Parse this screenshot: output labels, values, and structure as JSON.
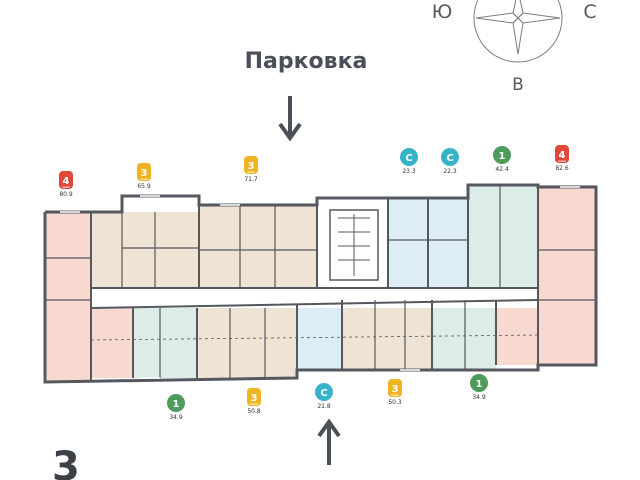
{
  "compass": {
    "south": "Ю",
    "north": "С",
    "east": "В"
  },
  "parking_label": "Парковка",
  "section_number": "3",
  "colors": {
    "four_room": "#e0483a",
    "three_room": "#f0b323",
    "studio": "#37b3c9",
    "one_room": "#4e9b5c",
    "four_room_fill": "#f7d9cf",
    "three_room_fill": "#efe3d3",
    "studio_fill": "#dcedf5",
    "one_room_fill": "#dcece6",
    "wall": "#55585f"
  },
  "top_apartments": [
    {
      "rooms": "4",
      "kind": "four",
      "unit": "комн",
      "area": "80.9"
    },
    {
      "rooms": "3",
      "kind": "three",
      "unit": "комн",
      "area": "65.9"
    },
    {
      "rooms": "3",
      "kind": "three",
      "unit": "комн",
      "area": "71.7"
    },
    {
      "rooms": "С",
      "kind": "studio",
      "unit": "",
      "area": "23.3"
    },
    {
      "rooms": "С",
      "kind": "studio",
      "unit": "",
      "area": "22.3"
    },
    {
      "rooms": "1",
      "kind": "one",
      "unit": "",
      "area": "42.4"
    },
    {
      "rooms": "4",
      "kind": "four",
      "unit": "комн",
      "area": "82.6"
    }
  ],
  "bottom_apartments": [
    {
      "rooms": "1",
      "kind": "one",
      "unit": "",
      "area": "34.9"
    },
    {
      "rooms": "3",
      "kind": "three",
      "unit": "комн",
      "area": "50.8"
    },
    {
      "rooms": "С",
      "kind": "studio",
      "unit": "",
      "area": "21.8"
    },
    {
      "rooms": "3",
      "kind": "three",
      "unit": "комн",
      "area": "50.3"
    },
    {
      "rooms": "1",
      "kind": "one",
      "unit": "",
      "area": "34.9"
    }
  ]
}
